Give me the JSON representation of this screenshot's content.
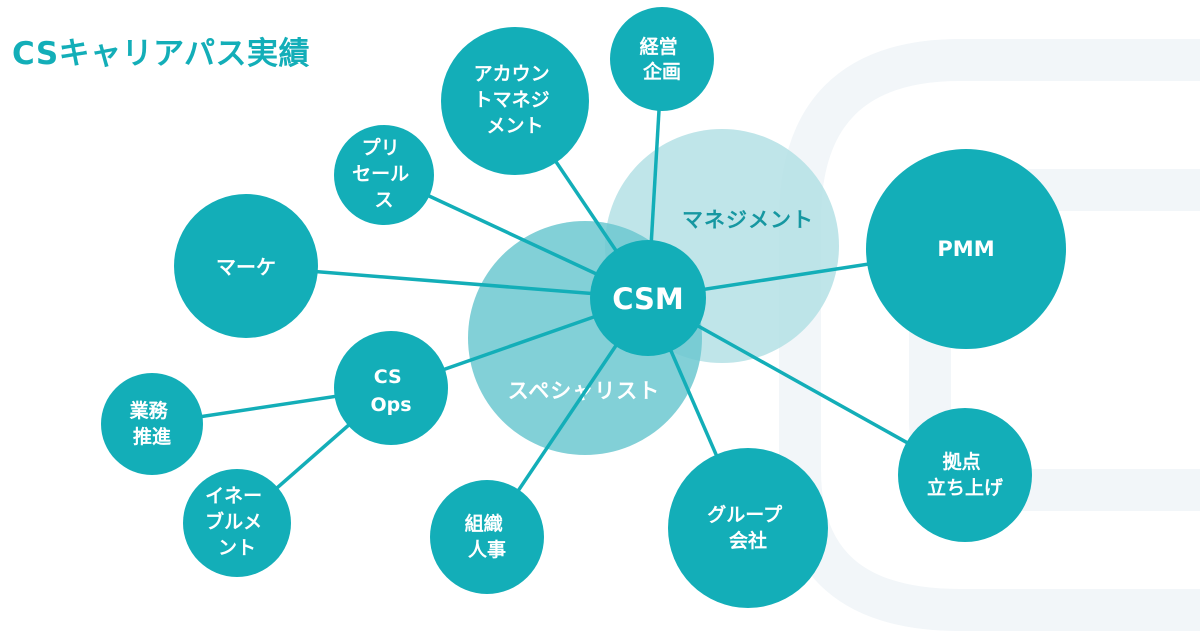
{
  "title": "CSキャリアパス実績",
  "colors": {
    "primary": "#13aeb8",
    "management_area": "#b4e0e5",
    "specialist_area": "#6cc8d0",
    "background_logo": "#f2f6f9"
  },
  "areas": {
    "management": "マネジメント",
    "specialist": "スペシャリスト"
  },
  "center": "CSM",
  "nodes": {
    "keiei": [
      "経営",
      "企画"
    ],
    "account": [
      "アカウン",
      "トマネジ",
      "メント"
    ],
    "presales": [
      "プリ",
      "セール",
      "ス"
    ],
    "marketing": [
      "マーケ"
    ],
    "pmm": [
      "PMM"
    ],
    "csops": [
      "CS",
      "Ops"
    ],
    "gyomu": [
      "業務",
      "推進"
    ],
    "enablement": [
      "イネー",
      "ブルメ",
      "ント"
    ],
    "soshiki": [
      "組織",
      "人事"
    ],
    "group": [
      "グループ",
      "会社"
    ],
    "kyoten": [
      "拠点",
      "立ち上げ"
    ]
  },
  "connections": [
    [
      "csm",
      "keiei"
    ],
    [
      "csm",
      "account"
    ],
    [
      "csm",
      "presales"
    ],
    [
      "csm",
      "marketing"
    ],
    [
      "csm",
      "pmm"
    ],
    [
      "csm",
      "csops"
    ],
    [
      "csm",
      "soshiki"
    ],
    [
      "csm",
      "group"
    ],
    [
      "csm",
      "kyoten"
    ],
    [
      "csops",
      "gyomu"
    ],
    [
      "csops",
      "enablement"
    ]
  ]
}
